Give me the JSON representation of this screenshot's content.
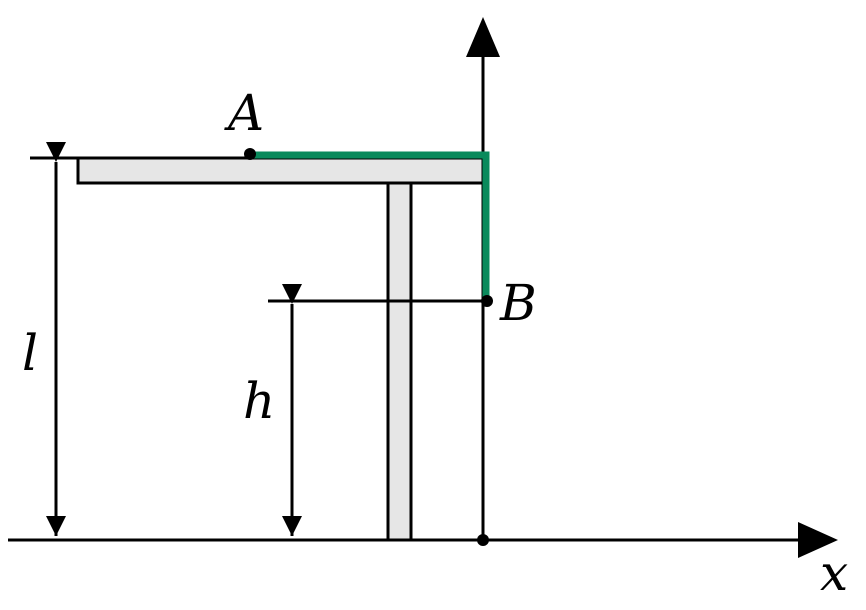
{
  "labels": {
    "point_a": "A",
    "point_b": "B",
    "length_l": "l",
    "height_h": "h",
    "axis_x": "x"
  },
  "colors": {
    "stroke": "#000000",
    "table_fill": "#e6e6e6",
    "path": "#0a8a5c"
  }
}
